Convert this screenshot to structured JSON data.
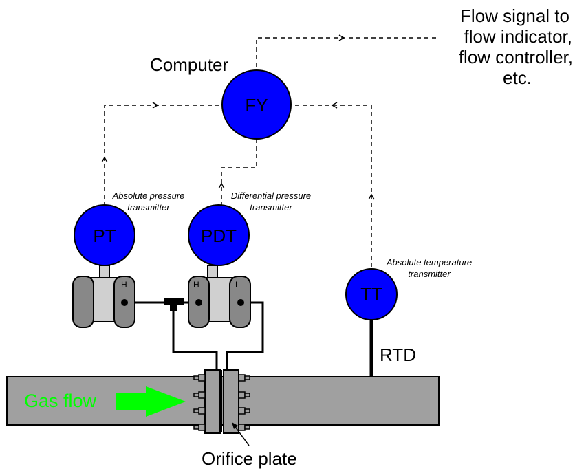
{
  "colors": {
    "instrument_bubble": "#0000ff",
    "pipe": "#a0a0a0",
    "transmitter_body": "#d0d0d0",
    "capsule": "#888888",
    "gas_flow": "#00ff00",
    "signal_line": "#000000"
  },
  "labels": {
    "computer": "Computer",
    "flow_signal": [
      "Flow signal to",
      "flow indicator,",
      "flow controller,",
      "etc."
    ],
    "abs_pressure": [
      "Absolute pressure",
      "transmitter"
    ],
    "diff_pressure": [
      "Differential pressure",
      "transmitter"
    ],
    "abs_temperature": [
      "Absolute temperature",
      "transmitter"
    ],
    "rtd": "RTD",
    "gas_flow": "Gas flow",
    "orifice_plate": "Orifice plate"
  },
  "instruments": {
    "fy": "FY",
    "pt": "PT",
    "pdt": "PDT",
    "tt": "TT"
  },
  "ports": {
    "pt_high": "H",
    "pdt_high": "H",
    "pdt_low": "L"
  }
}
